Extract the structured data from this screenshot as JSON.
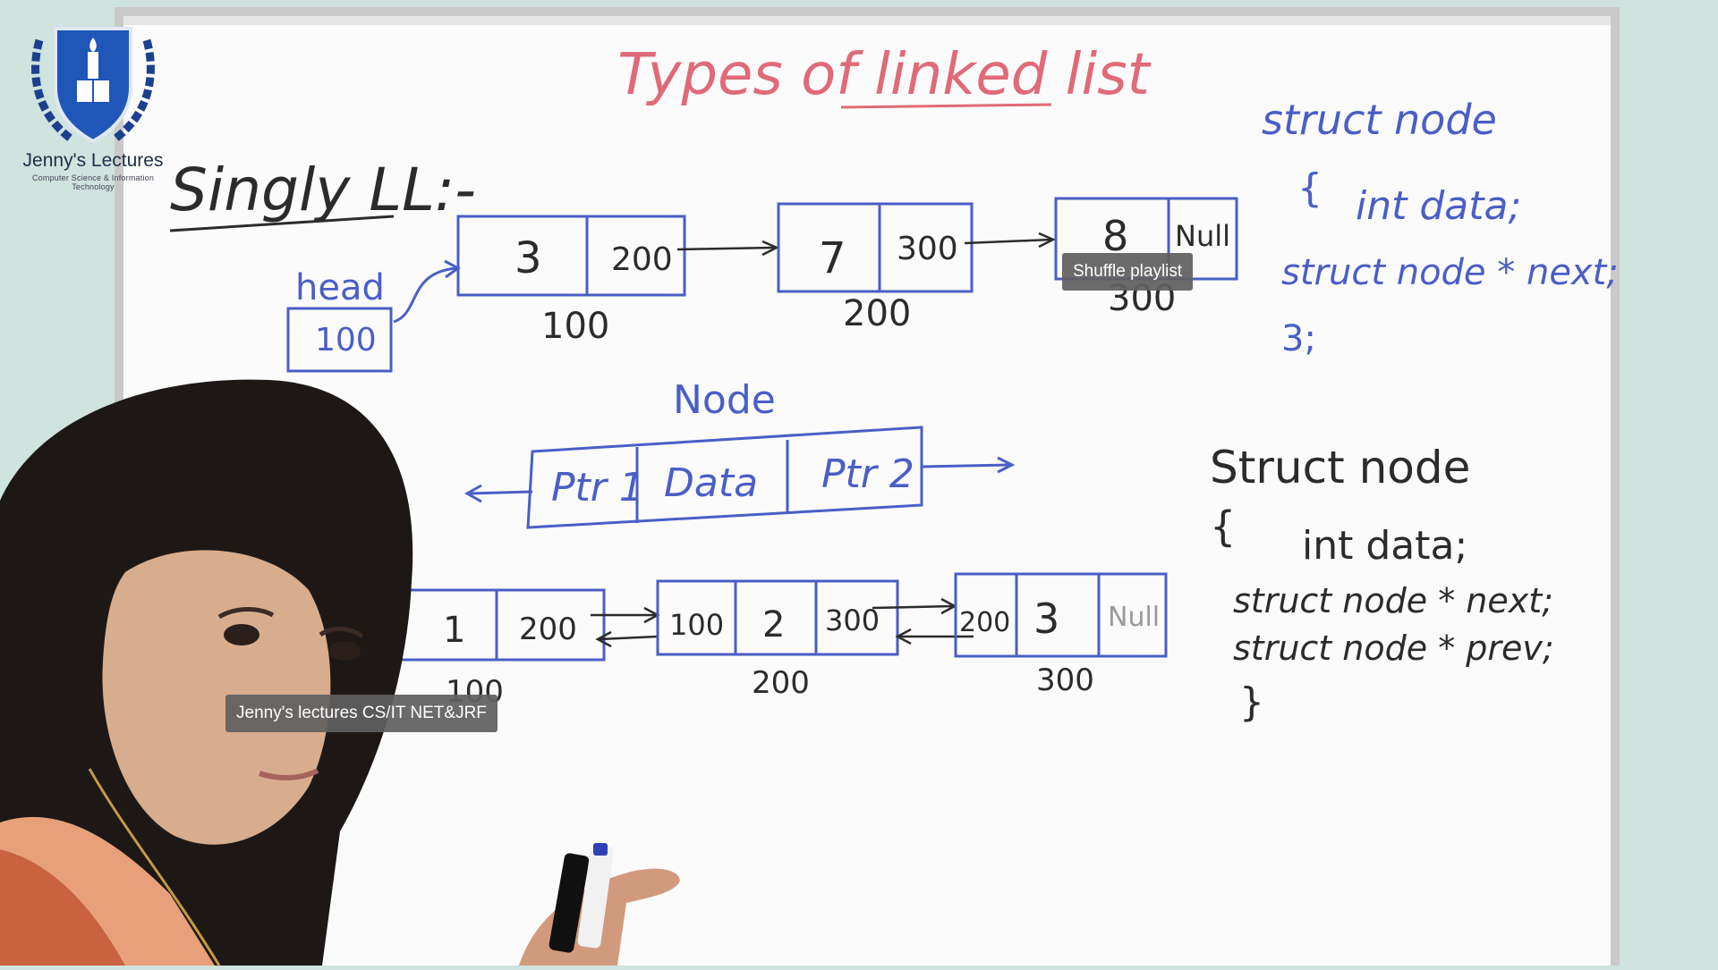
{
  "overlay": {
    "channel_logo_title": "Jenny's Lectures",
    "channel_logo_subtitle": "Computer Science & Information Technology",
    "shuffle_tooltip": "Shuffle playlist",
    "channel_tooltip": "Jenny's lectures CS/IT NET&JRF"
  },
  "whiteboard": {
    "title": "Types of linked list",
    "section_label": "Singly LL:-",
    "head_label": "head",
    "head_value": "100",
    "singly_nodes": [
      {
        "data": "3",
        "next": "200",
        "address": "100"
      },
      {
        "data": "7",
        "next": "300",
        "address": "200"
      },
      {
        "data": "8",
        "next": "Null",
        "address": "300"
      }
    ],
    "struct1": [
      "struct node",
      "{",
      "int data;",
      "struct node * next;",
      "3;"
    ],
    "node_label": "Node",
    "node_parts": [
      "Ptr 1",
      "Data",
      "Ptr 2"
    ],
    "doubly_nodes": [
      {
        "prev": "",
        "data": "1",
        "next": "200",
        "address": "100"
      },
      {
        "prev": "100",
        "data": "2",
        "next": "300",
        "address": "200"
      },
      {
        "prev": "200",
        "data": "3",
        "next": "Null",
        "address": "300"
      }
    ],
    "struct2": [
      "Struct node",
      "{",
      "int data;",
      "struct node * next;",
      "struct node * prev;",
      "}"
    ]
  },
  "colors": {
    "board": "#fbfbfb",
    "marker_blue": "#4a5ec6",
    "marker_red": "#e06a78",
    "marker_black": "#2b2b2b",
    "frame": "#c8c8c8"
  }
}
